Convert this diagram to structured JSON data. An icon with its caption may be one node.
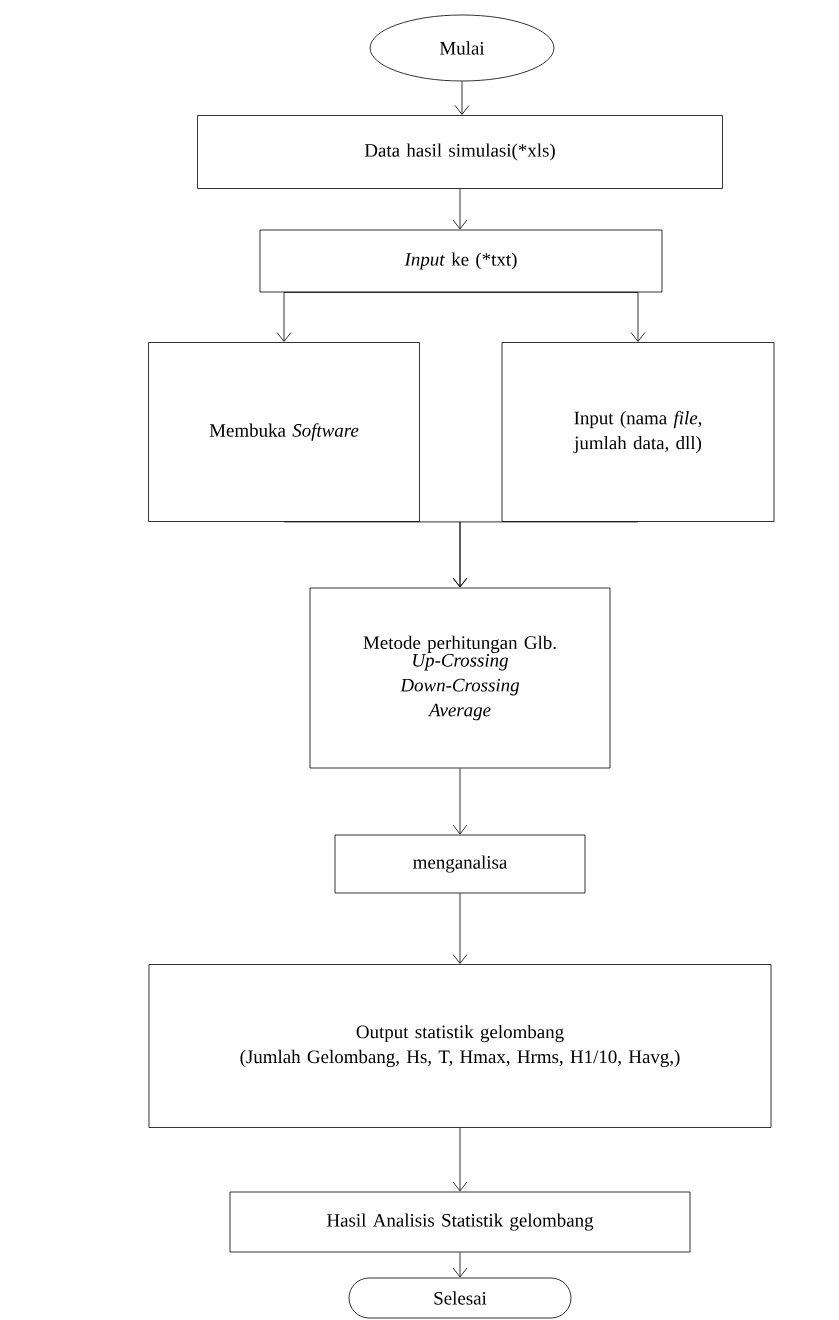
{
  "diagram": {
    "nodes": [
      {
        "text": [
          "Mulai"
        ]
      },
      {
        "text": [
          "Data hasil simulasi(*xls)"
        ]
      },
      {
        "text": [
          "*Input* ke (*txt)"
        ]
      },
      {
        "text": [
          "Membuka *Software*"
        ]
      },
      {
        "text": [
          "Input (nama *file*, jumlah data, dll)"
        ]
      },
      {
        "text": [
          "Metode perhitungan Glb.",
          "Up-Crossing Down-Crossing Average"
        ]
      },
      {
        "text": [
          "menganalisa"
        ]
      },
      {
        "text": [
          "Output statistik gelombang",
          "(Jumlah Gelombang, Hs, T, Hmax, Hrms, H1/10, Havg,)"
        ]
      },
      {
        "text": [
          "Hasil Analisis Statistik gelombang"
        ]
      },
      {
        "text": [
          "Selesai"
        ]
      }
    ],
    "edges": [
      {
        "from": 0,
        "to": 1,
        "arrow": "to"
      },
      {
        "from": 1,
        "to": 2,
        "arrow": "to"
      },
      {
        "from": 2,
        "to": 3,
        "arrow": "to"
      },
      {
        "from": 2,
        "to": 4,
        "arrow": "to"
      },
      {
        "from": 3,
        "to": 5,
        "arrow": "to"
      },
      {
        "from": 4,
        "to": 5,
        "arrow": "to"
      },
      {
        "from": 5,
        "to": 6,
        "arrow": "to"
      },
      {
        "from": 6,
        "to": 7,
        "arrow": "to"
      },
      {
        "from": 7,
        "to": 8,
        "arrow": "to"
      },
      {
        "from": 8,
        "to": 9,
        "arrow": "to"
      }
    ]
  }
}
